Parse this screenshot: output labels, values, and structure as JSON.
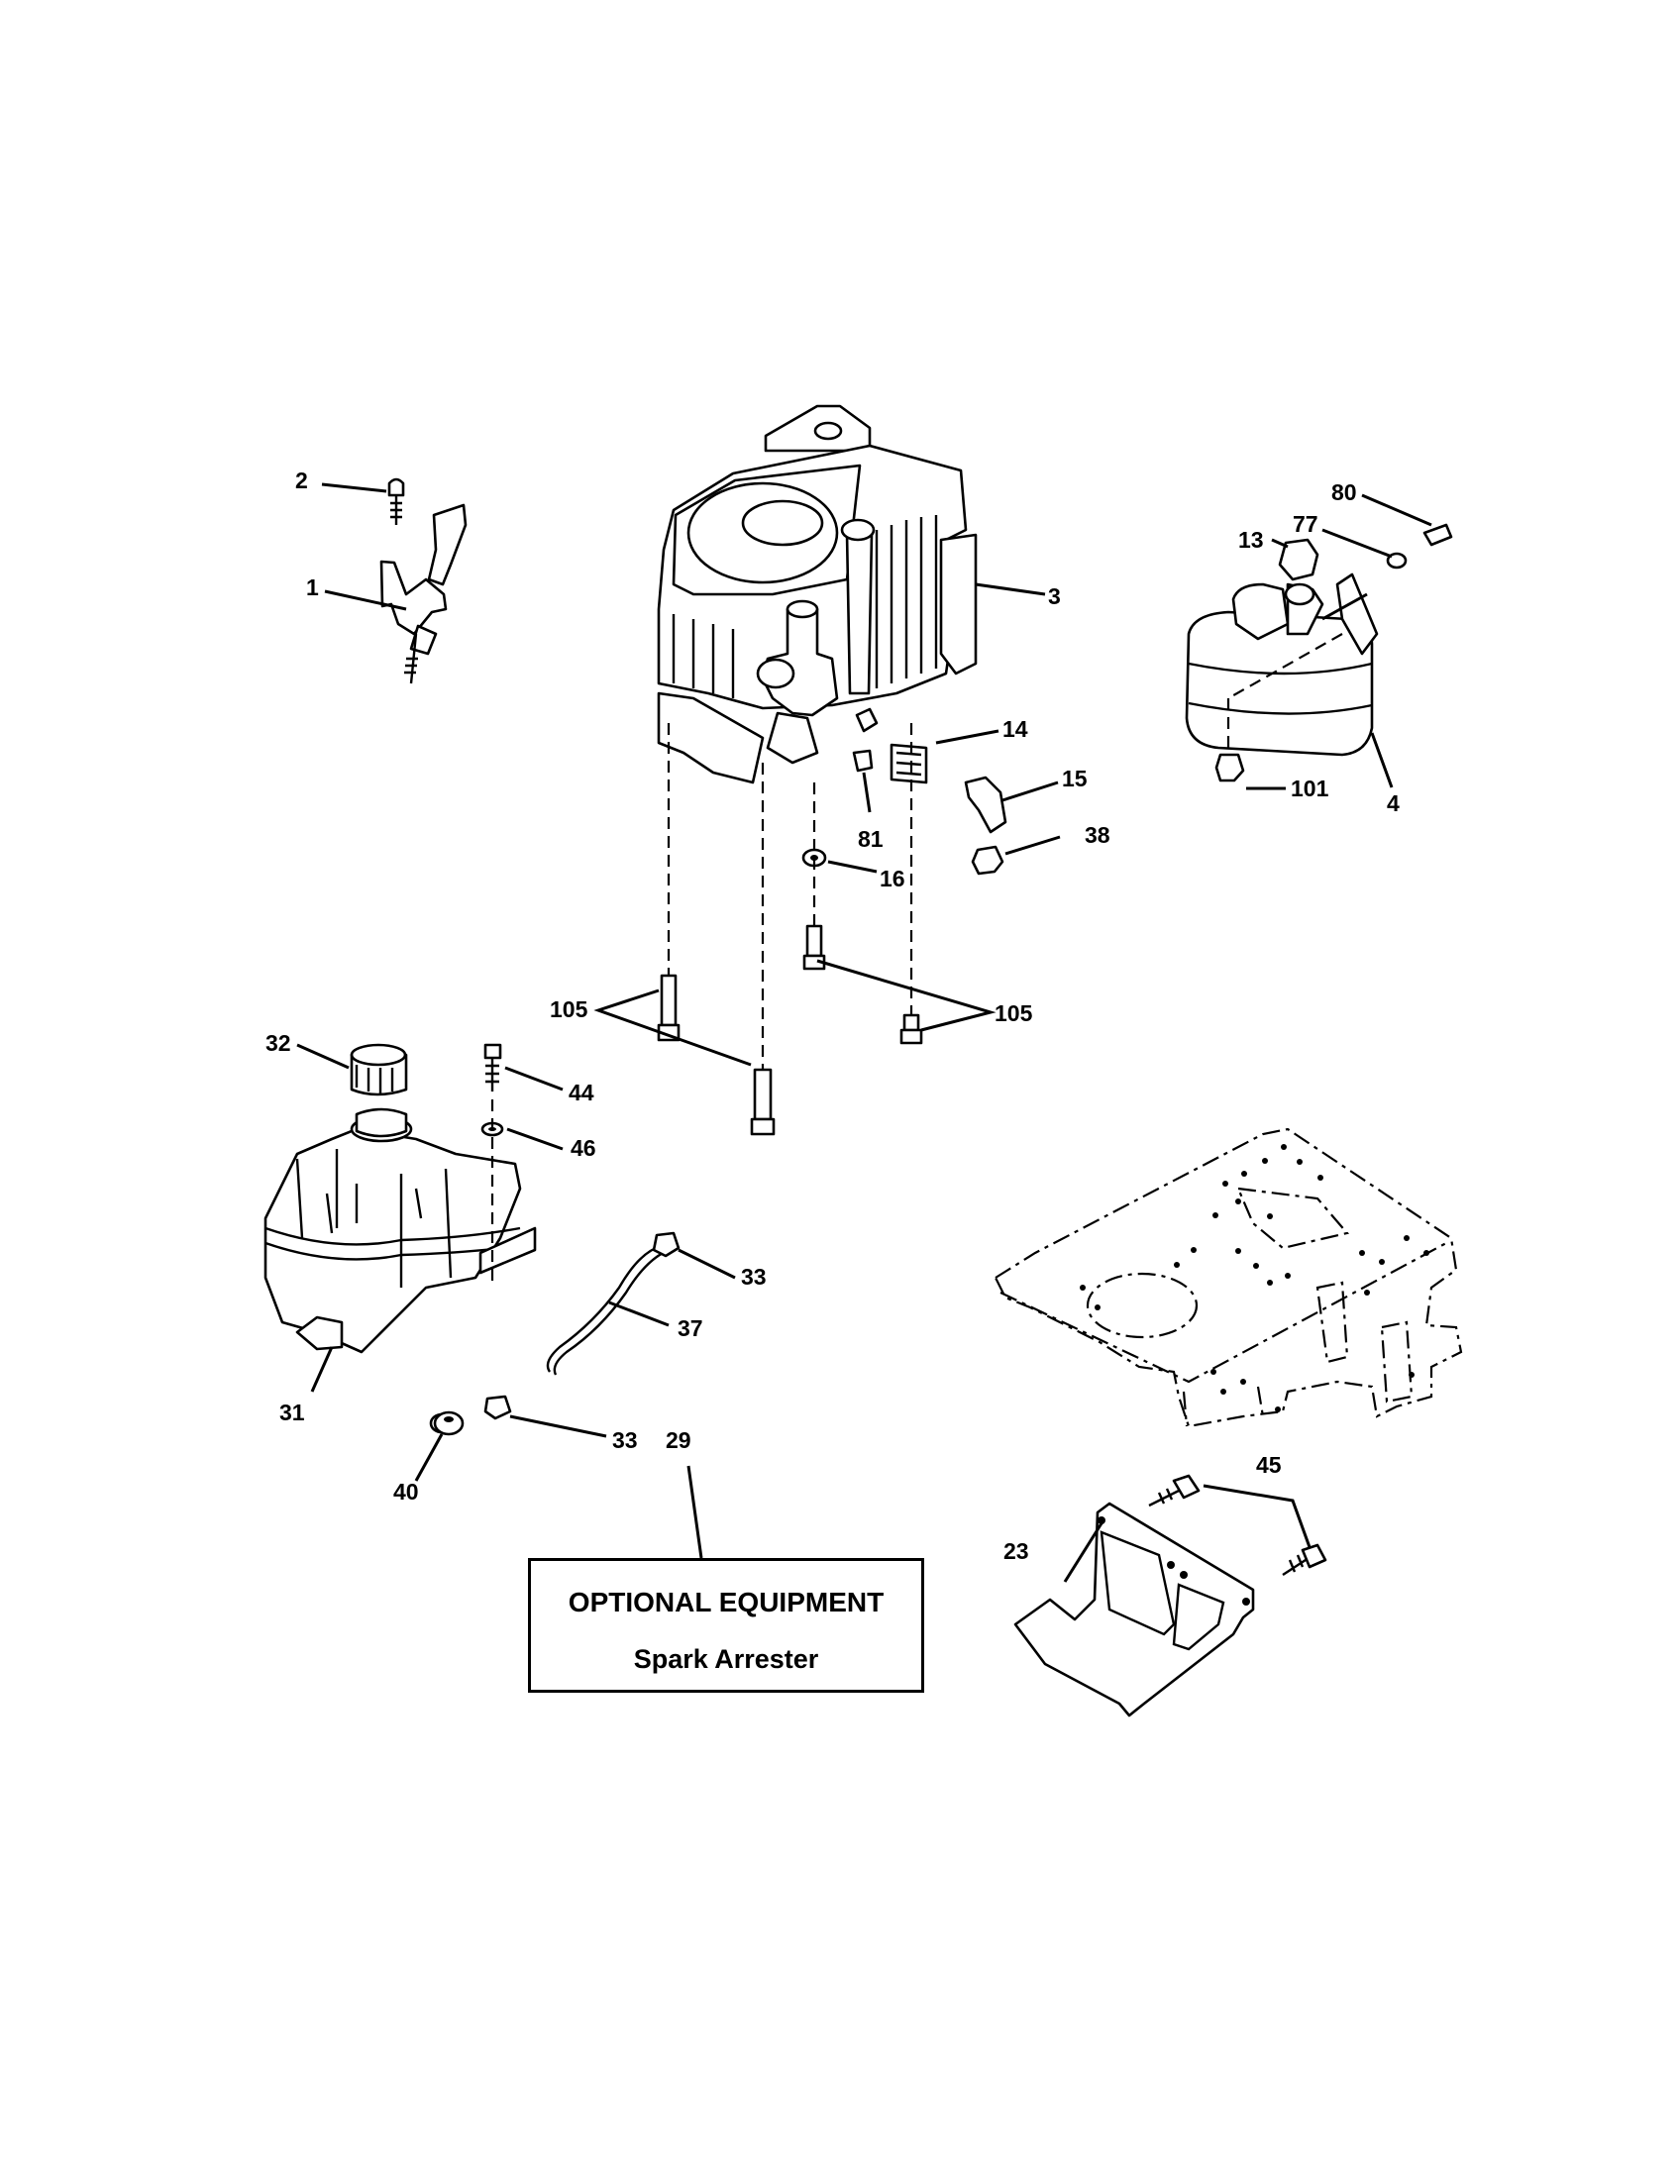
{
  "optional_box": {
    "title": "OPTIONAL EQUIPMENT",
    "subtitle": "Spark Arrester"
  },
  "labels": {
    "p1": "1",
    "p2": "2",
    "p3": "3",
    "p4": "4",
    "p13": "13",
    "p14": "14",
    "p15": "15",
    "p16": "16",
    "p23": "23",
    "p29": "29",
    "p31": "31",
    "p32": "32",
    "p33a": "33",
    "p33b": "33",
    "p37": "37",
    "p38": "38",
    "p40": "40",
    "p44": "44",
    "p45": "45",
    "p46": "46",
    "p77": "77",
    "p80": "80",
    "p81": "81",
    "p101": "101",
    "p105a": "105",
    "p105b": "105"
  }
}
